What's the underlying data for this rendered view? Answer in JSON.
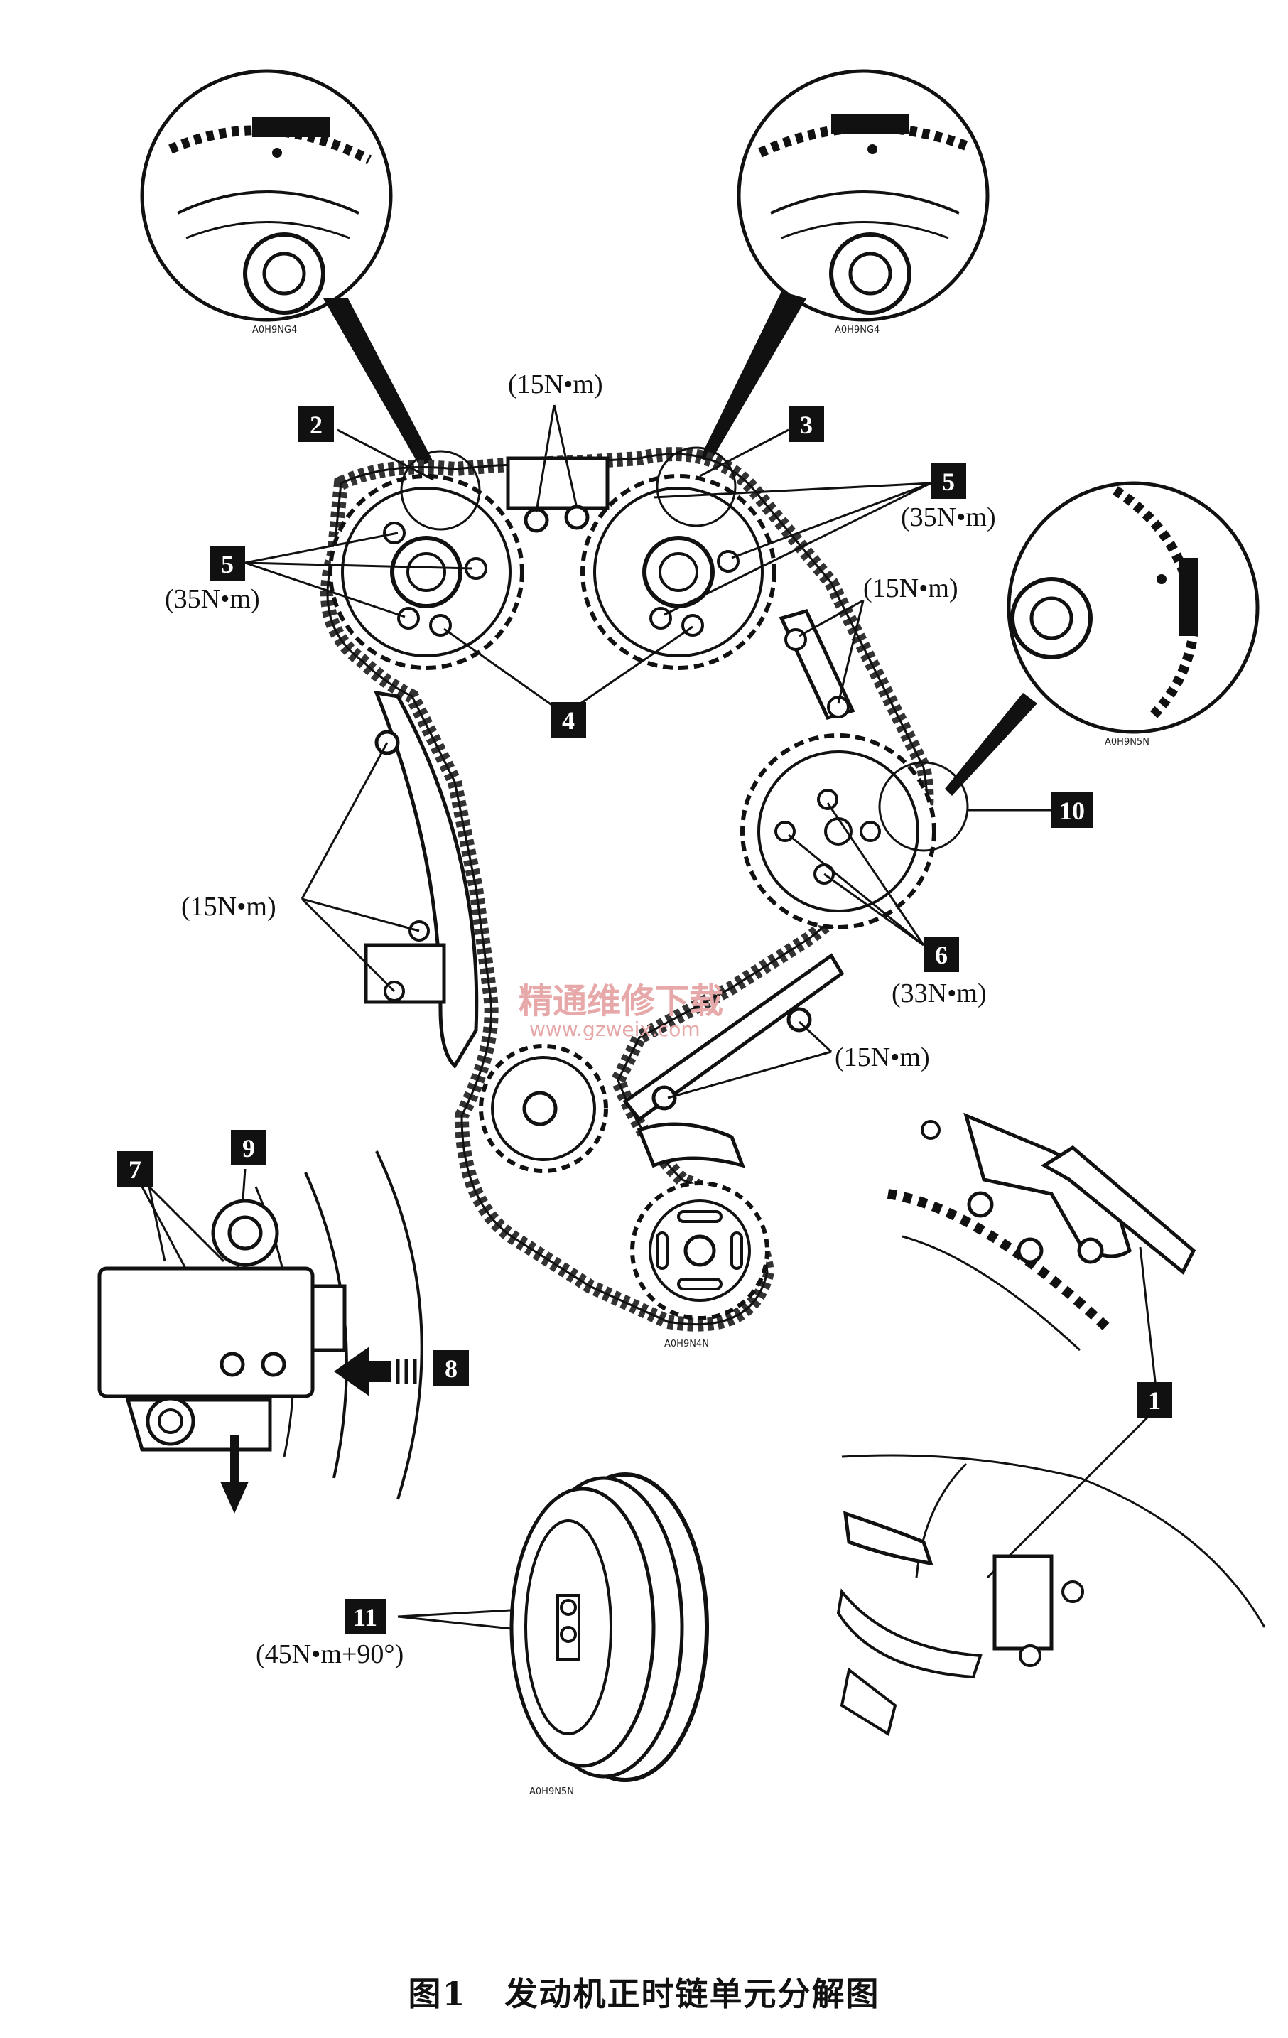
{
  "caption": {
    "figure_no": "图1",
    "title": "发动机正时链单元分解图"
  },
  "callouts": {
    "c1": "1",
    "c2": "2",
    "c3": "3",
    "c4": "4",
    "c5a": "5",
    "c5b": "5",
    "c6": "6",
    "c7": "7",
    "c8": "8",
    "c9": "9",
    "c10": "10",
    "c11": "11"
  },
  "torques": {
    "top_center": "(15N•m)",
    "cam_left": "(35N•m)",
    "cam_right": "(35N•m)",
    "guide_right_upper": "(15N•m)",
    "guide_left": "(15N•m)",
    "balancer": "(33N•m)",
    "guide_right_lower": "(15N•m)",
    "pulley": "(45N•m+90°)"
  },
  "part_codes": {
    "detail_left": "A0H9NG4",
    "detail_right": "A0H9NG4",
    "detail_balancer": "A0H9N5N",
    "crank": "A0H9N4N",
    "pulley": "A0H9N5N"
  },
  "watermark": {
    "cn": "精通维修下载",
    "url": "www.gzweix.com"
  }
}
